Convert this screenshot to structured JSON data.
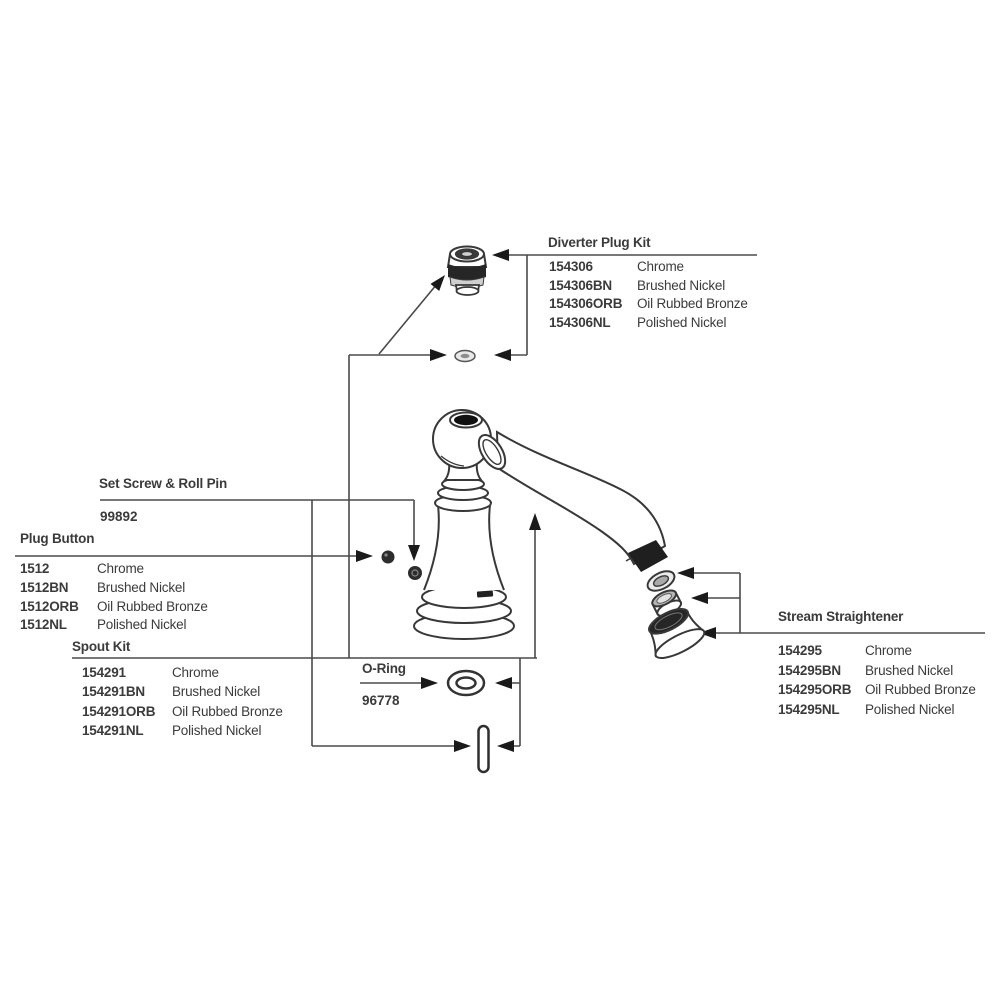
{
  "colors": {
    "line": "#4a4a4a",
    "arrow": "#1a1a1a",
    "stroke": "#383838",
    "text": "#3b3b3b",
    "dark_fill": "#262626",
    "background": "#ffffff"
  },
  "callouts": {
    "diverter_plug_kit": {
      "label": "Diverter Plug Kit",
      "rows": [
        {
          "part": "154306",
          "finish": "Chrome"
        },
        {
          "part": "154306BN",
          "finish": "Brushed Nickel"
        },
        {
          "part": "154306ORB",
          "finish": "Oil Rubbed Bronze"
        },
        {
          "part": "154306NL",
          "finish": "Polished Nickel"
        }
      ]
    },
    "set_screw_roll_pin": {
      "label": "Set Screw & Roll Pin",
      "part": "99892"
    },
    "plug_button": {
      "label": "Plug Button",
      "rows": [
        {
          "part": "1512",
          "finish": "Chrome"
        },
        {
          "part": "1512BN",
          "finish": "Brushed Nickel"
        },
        {
          "part": "1512ORB",
          "finish": "Oil Rubbed Bronze"
        },
        {
          "part": "1512NL",
          "finish": "Polished Nickel"
        }
      ]
    },
    "spout_kit": {
      "label": "Spout Kit",
      "rows": [
        {
          "part": "154291",
          "finish": "Chrome"
        },
        {
          "part": "154291BN",
          "finish": "Brushed Nickel"
        },
        {
          "part": "154291ORB",
          "finish": "Oil Rubbed Bronze"
        },
        {
          "part": "154291NL",
          "finish": "Polished Nickel"
        }
      ]
    },
    "o_ring": {
      "label": "O-Ring",
      "part": "96778"
    },
    "stream_straightener": {
      "label": "Stream Straightener",
      "rows": [
        {
          "part": "154295",
          "finish": "Chrome"
        },
        {
          "part": "154295BN",
          "finish": "Brushed Nickel"
        },
        {
          "part": "154295ORB",
          "finish": "Oil Rubbed Bronze"
        },
        {
          "part": "154295NL",
          "finish": "Polished Nickel"
        }
      ]
    }
  }
}
